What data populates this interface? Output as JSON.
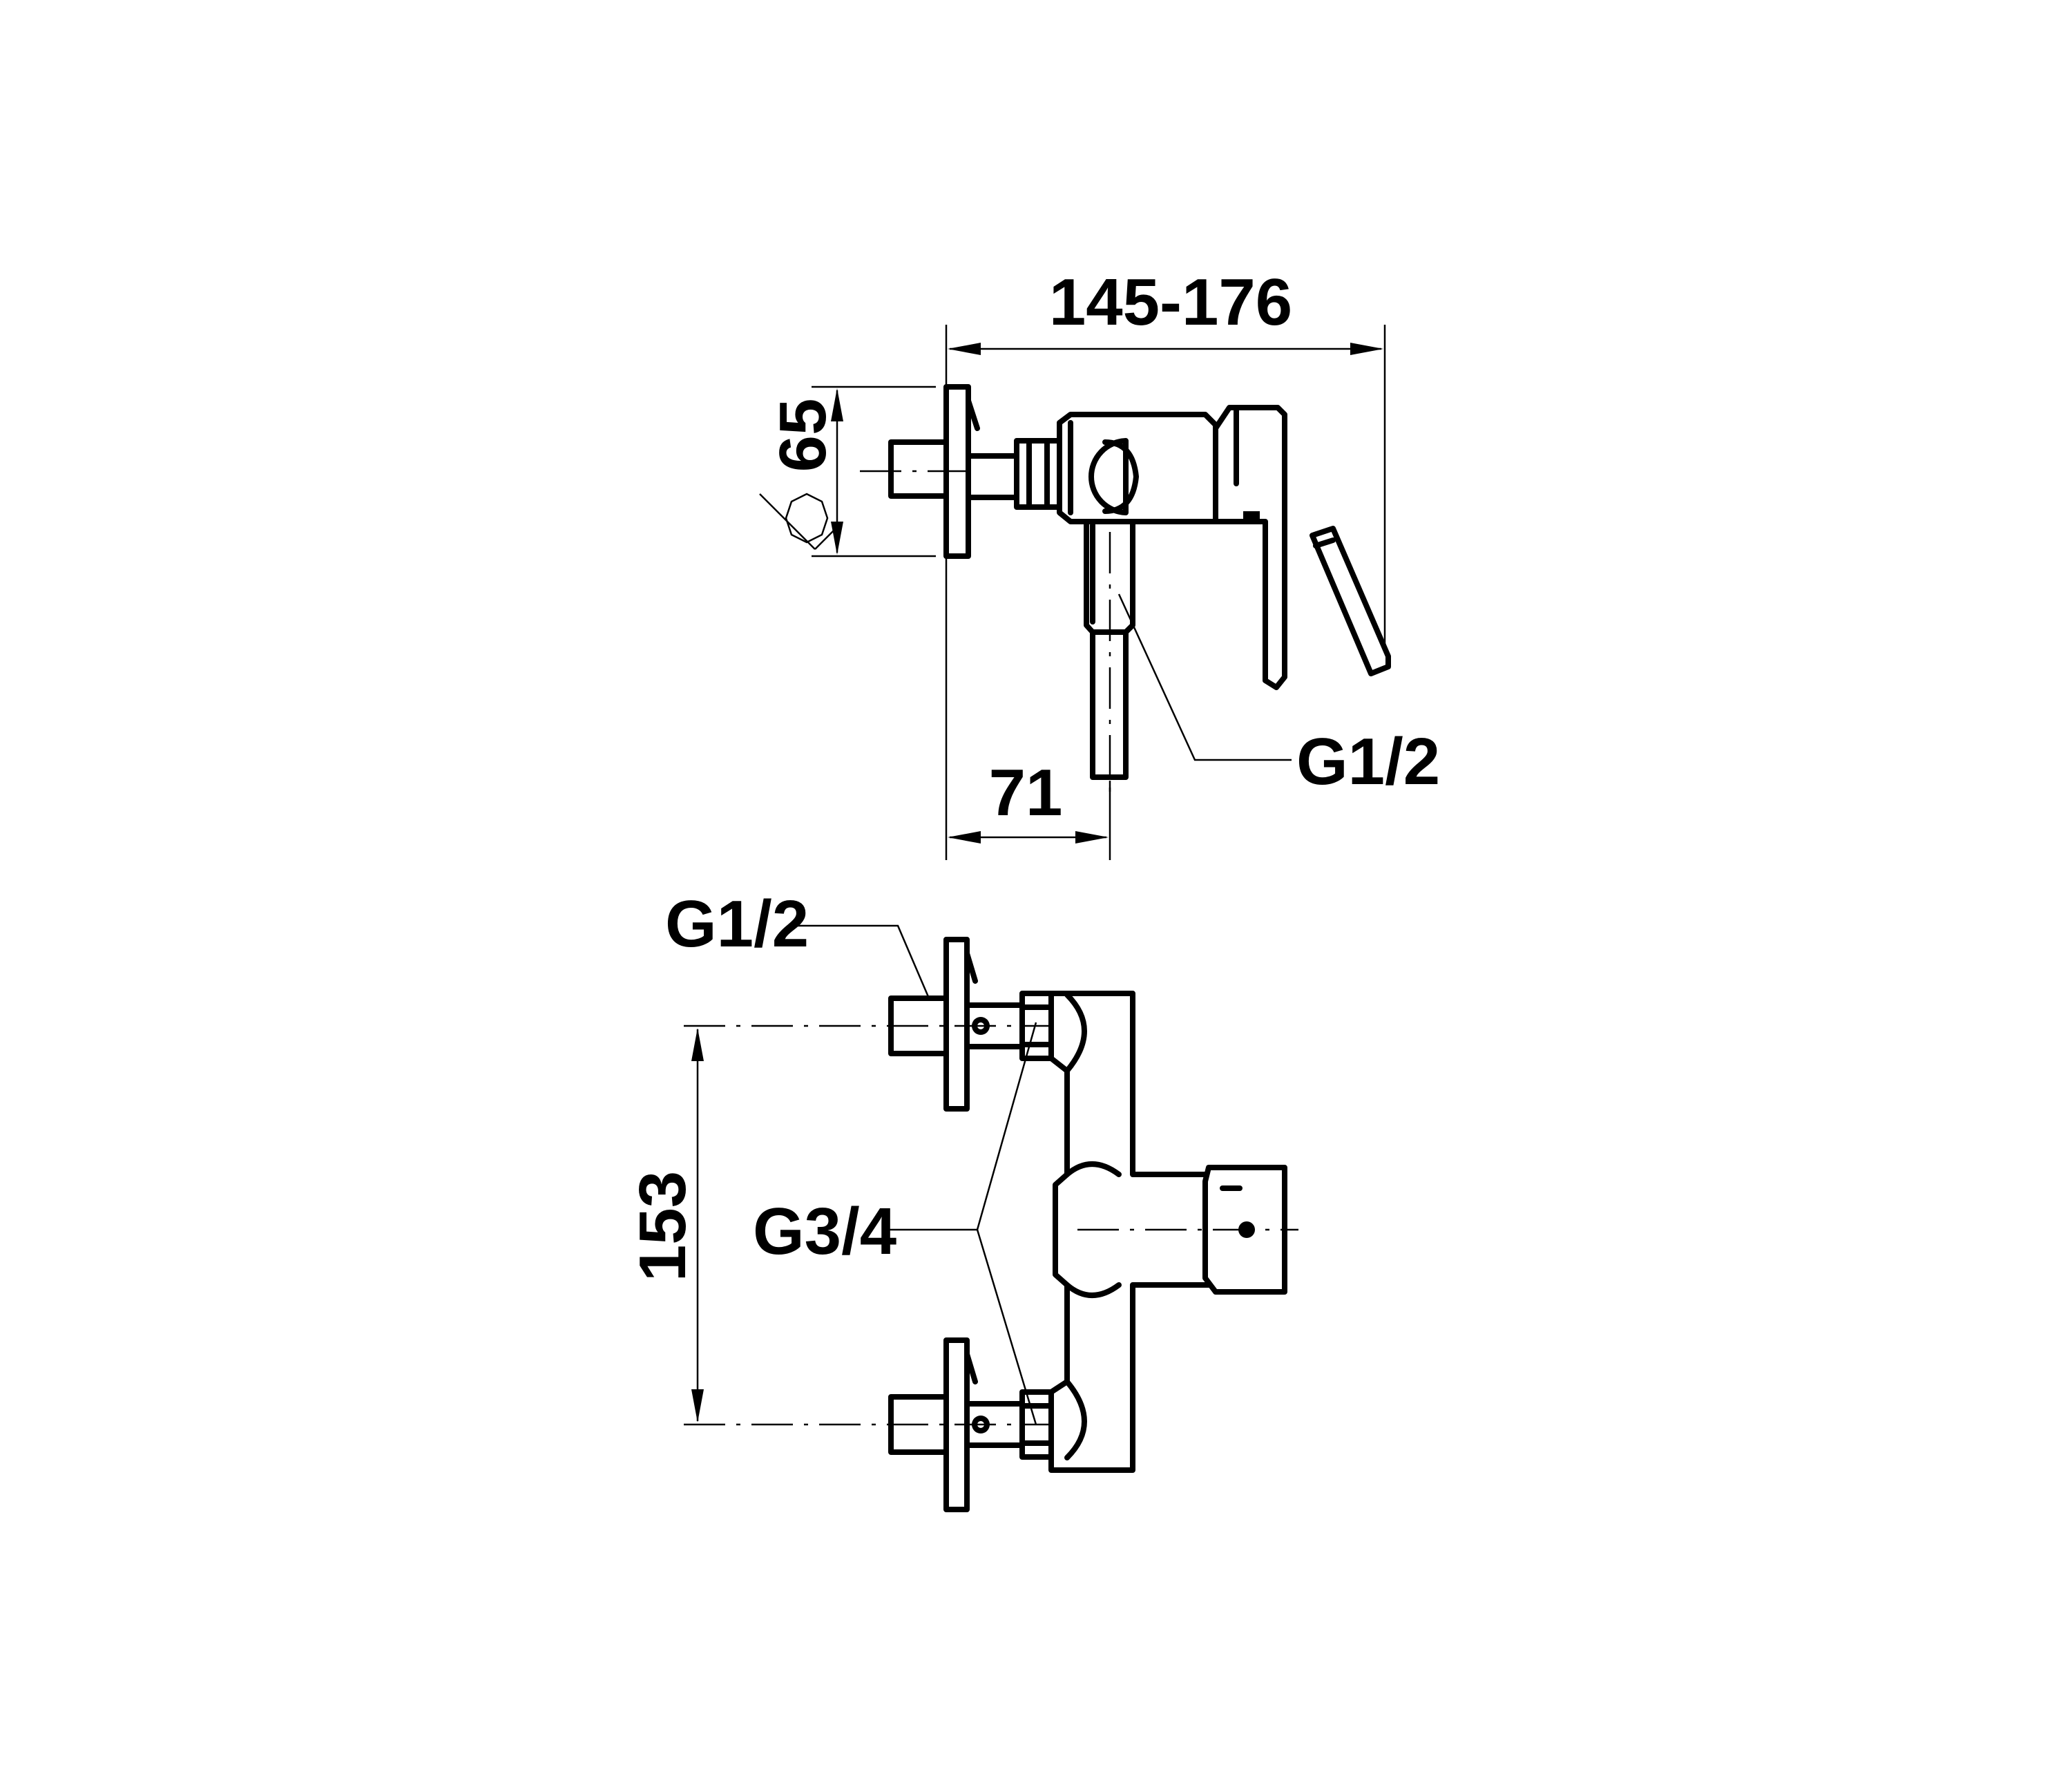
{
  "dimensions": {
    "overall_depth": "145-176",
    "height": "65",
    "outlet_offset": "71",
    "outlet_thread": "G1/2",
    "inlet_thread": "G1/2",
    "connection_thread": "G3/4",
    "inlet_spacing": "153"
  },
  "colors": {
    "line": "#000000",
    "background": "#ffffff"
  }
}
